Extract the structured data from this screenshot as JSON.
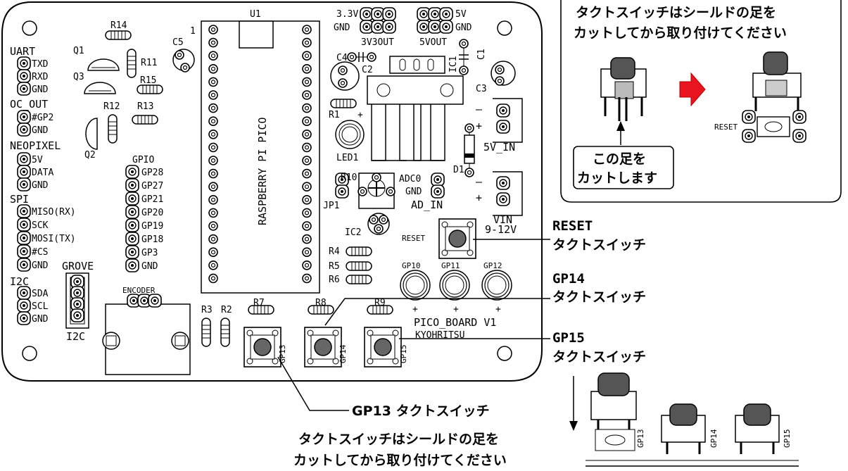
{
  "board": {
    "u1": "U1",
    "pin1": "1",
    "pico_label": "RASPBERRY PI PICO",
    "uart": {
      "title": "UART",
      "pins": [
        "TXD",
        "RXD",
        "GND"
      ]
    },
    "oc_out": {
      "title": "OC_OUT",
      "pins": [
        "#GP2",
        "GND"
      ]
    },
    "neopixel": {
      "title": "NEOPIXEL",
      "pins": [
        "5V",
        "DATA",
        "GND"
      ]
    },
    "spi": {
      "title": "SPI",
      "pins": [
        "MISO(RX)",
        "SCK",
        "MOSI(TX)",
        "#CS",
        "GND"
      ]
    },
    "i2c": {
      "title": "I2C",
      "pins": [
        "SDA",
        "SCL",
        "GND"
      ]
    },
    "grove": "GROVE",
    "grove_i2c": "I2C",
    "gpio": {
      "title": "GPIO",
      "pins": [
        "GP28",
        "GP27",
        "GP21",
        "GP20",
        "GP19",
        "GP18",
        "GP3",
        "GND"
      ]
    },
    "components": {
      "r14": "R14",
      "q1": "Q1",
      "r11": "R11",
      "q3": "Q3",
      "r15": "R15",
      "c5": "C5",
      "r12": "R12",
      "r13": "R13",
      "q2": "Q2",
      "c4": "C4",
      "c2": "C2",
      "c1": "C1",
      "ic1": "IC1",
      "c3": "C3",
      "r1": "R1",
      "led1": "LED1",
      "r10": "R10",
      "jp1": "JP1",
      "d1": "D1",
      "ic2": "IC2",
      "r4": "R4",
      "r5": "R5",
      "r6": "R6",
      "r3": "R3",
      "r2": "R2",
      "r7": "R7",
      "r8": "R8",
      "r9": "R9",
      "encoder": "ENCODER"
    },
    "power": {
      "v33": "3.3V",
      "gnd_a": "GND",
      "v5": "5V",
      "gnd_b": "GND",
      "out33": "3V3OUT",
      "out5": "5VOUT"
    },
    "adc": {
      "adc0": "ADC0",
      "gnd": "GND",
      "ad_in": "AD_IN"
    },
    "in5": {
      "minus": "–",
      "plus": "+",
      "label": "5V_IN"
    },
    "vin": {
      "minus": "–",
      "plus": "+",
      "label1": "VIN",
      "label2": "9-12V"
    },
    "led_leds": [
      "GP10",
      "GP11",
      "GP12"
    ],
    "plus": "+",
    "reset": "RESET",
    "sw_labels": [
      "GP13",
      "GP14",
      "GP15"
    ],
    "board_name": "PICO_BOARD V1",
    "maker": "KYOHRITSU"
  },
  "callouts": {
    "reset_l1": "RESET",
    "reset_l2": "タクトスイッチ",
    "gp14_l1": "GP14",
    "gp14_l2": "タクトスイッチ",
    "gp15_l1": "GP15",
    "gp15_l2": "タクトスイッチ",
    "gp13": "GP13 タクトスイッチ",
    "note_b1": "タクトスイッチはシールドの足を",
    "note_b2": "カットしてから取り付けてください"
  },
  "inset": {
    "note1": "タクトスイッチはシールドの足を",
    "note2": "カットしてから取り付けてください",
    "cut1": "この足を",
    "cut2": "カットします",
    "reset": "RESET"
  },
  "bottom_right": {
    "labels": [
      "GP13",
      "GP14",
      "GP15"
    ]
  }
}
